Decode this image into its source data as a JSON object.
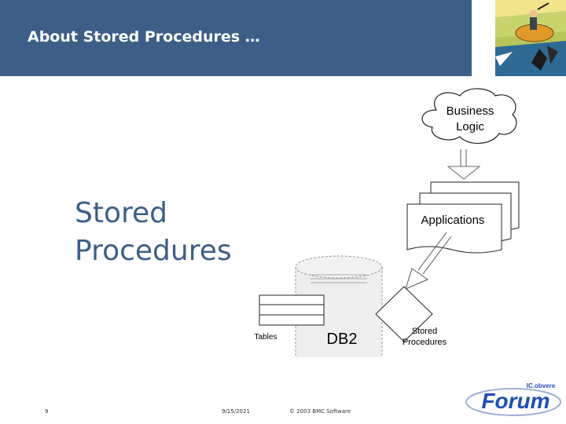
{
  "slide": {
    "title": "About Stored Procedures …",
    "body_lines": [
      "Stored",
      "Procedures"
    ]
  },
  "diagram": {
    "cloud_line1": "Business",
    "cloud_line2": "Logic",
    "applications": "Applications",
    "tables": "Tables",
    "db2": "DB2",
    "stored_line1": "Stored",
    "stored_line2": "Procedures"
  },
  "footer": {
    "page_number": "9",
    "date": "9/15/2021",
    "copyright": "© 2003 BMC Software"
  },
  "brand": {
    "logo_small": "IC.obvere",
    "logo_main": "Forum"
  },
  "colors": {
    "header_bg": "#3d5f87",
    "body_text": "#3d5f87",
    "logo_blue": "#1f4fb4"
  }
}
